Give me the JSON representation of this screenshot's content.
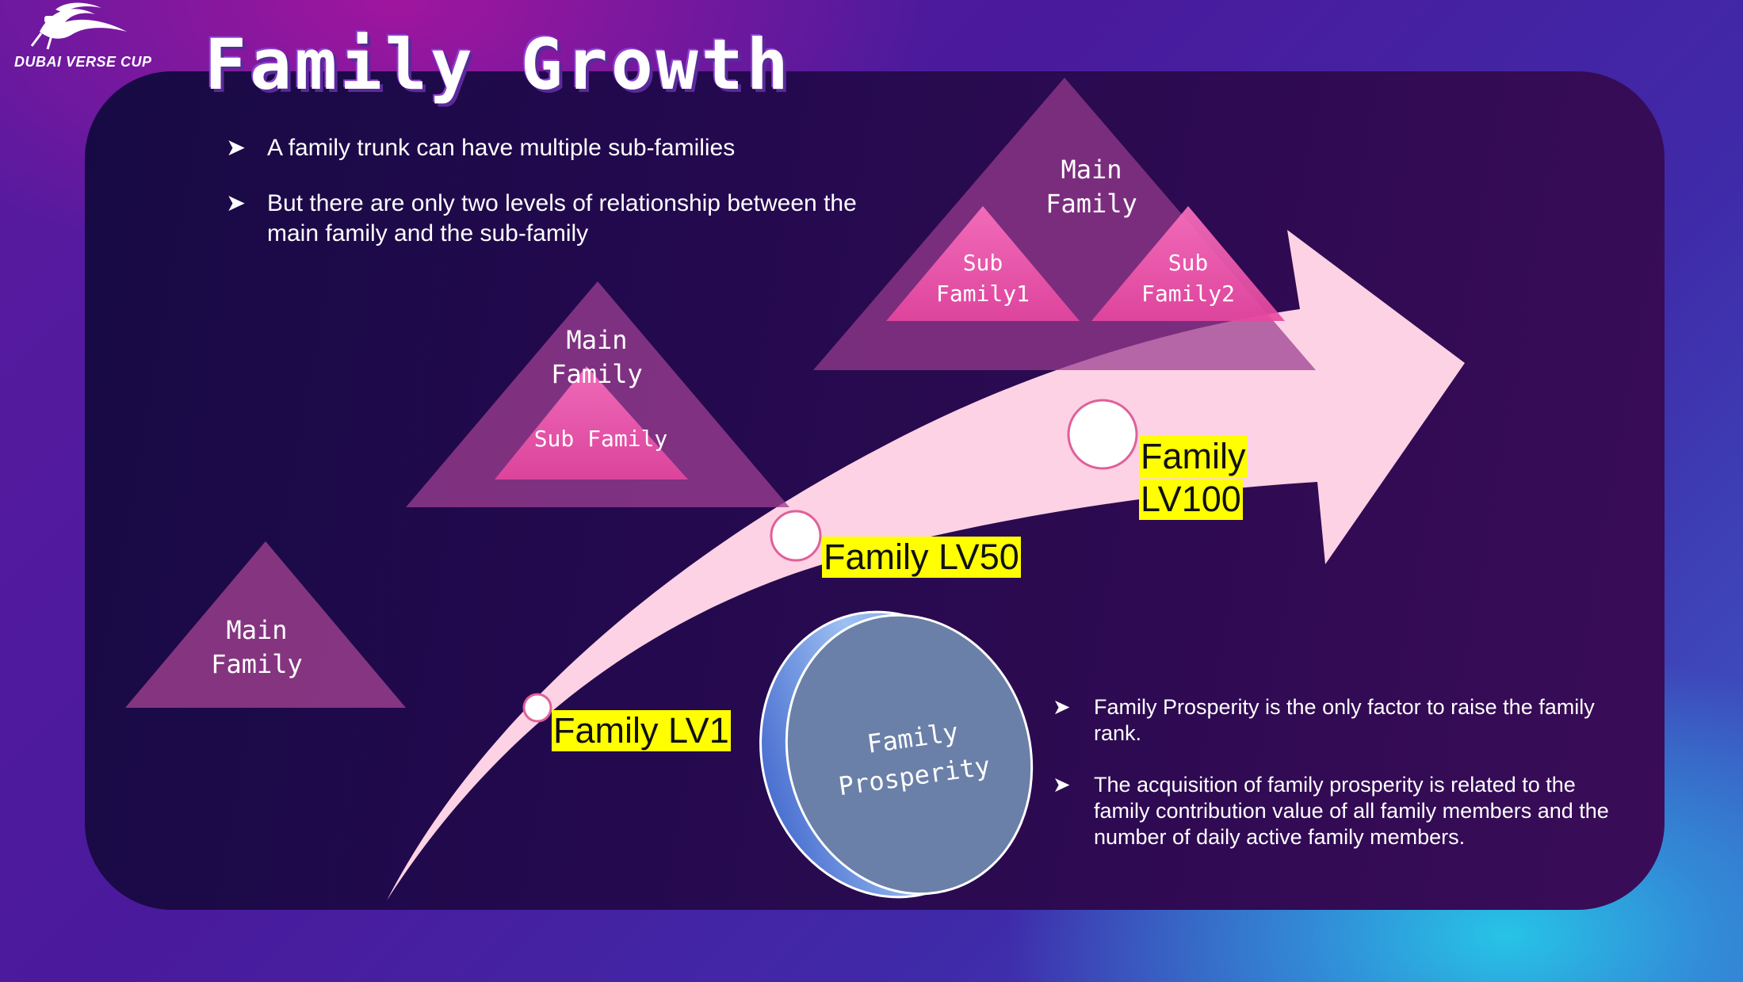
{
  "brand": {
    "logo_text": "DUBAI VERSE CUP"
  },
  "page_title": "Family Growth",
  "top_bullets": [
    "A family trunk can have multiple sub-families",
    "But there are only two levels of relationship between the main family and the sub-family"
  ],
  "bottom_bullets": [
    "Family Prosperity is the only factor to raise the family rank.",
    "The acquisition of family prosperity is related to the family contribution value of all family members and the number of daily active family members."
  ],
  "bullet_icon": "arrowhead-bullet-icon",
  "triangles": {
    "main_1": {
      "line1": "Main",
      "line2": "Family"
    },
    "main_2": {
      "line1": "Main",
      "line2": "Family",
      "sub": "Sub Family"
    },
    "main_3": {
      "line1": "Main",
      "line2": "Family",
      "sub1_line1": "Sub",
      "sub1_line2": "Family1",
      "sub2_line1": "Sub",
      "sub2_line2": "Family2"
    }
  },
  "levels": {
    "lv1": "Family LV1",
    "lv50": "Family LV50",
    "lv100_line1": "Family",
    "lv100_line2": "LV100"
  },
  "prosperity": {
    "line1": "Family",
    "line2": "Prosperity"
  },
  "colors": {
    "main_triangle": "#8e3a86",
    "sub_triangle": "#f25cb0",
    "growth_arrow": "#fcd2e4",
    "level_highlight": "#ffff00",
    "prosperity_disc": "#6b80a8"
  }
}
